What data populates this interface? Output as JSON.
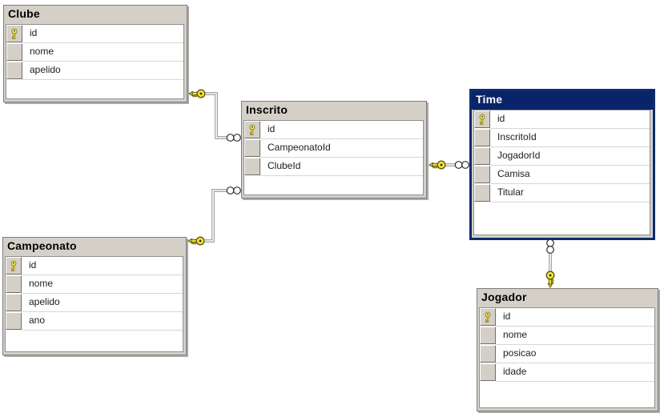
{
  "diagram": {
    "tool": "database-diagram",
    "tables": [
      {
        "name": "Clube",
        "selected": false,
        "columns": [
          {
            "name": "id",
            "pk": true
          },
          {
            "name": "nome",
            "pk": false
          },
          {
            "name": "apelido",
            "pk": false
          }
        ]
      },
      {
        "name": "Inscrito",
        "selected": false,
        "columns": [
          {
            "name": "id",
            "pk": true
          },
          {
            "name": "CampeonatoId",
            "pk": false
          },
          {
            "name": "ClubeId",
            "pk": false
          }
        ]
      },
      {
        "name": "Time",
        "selected": true,
        "columns": [
          {
            "name": "id",
            "pk": true
          },
          {
            "name": "InscritoId",
            "pk": false
          },
          {
            "name": "JogadorId",
            "pk": false
          },
          {
            "name": "Camisa",
            "pk": false
          },
          {
            "name": "Titular",
            "pk": false
          }
        ]
      },
      {
        "name": "Campeonato",
        "selected": false,
        "columns": [
          {
            "name": "id",
            "pk": true
          },
          {
            "name": "nome",
            "pk": false
          },
          {
            "name": "apelido",
            "pk": false
          },
          {
            "name": "ano",
            "pk": false
          }
        ]
      },
      {
        "name": "Jogador",
        "selected": false,
        "columns": [
          {
            "name": "id",
            "pk": true
          },
          {
            "name": "nome",
            "pk": false
          },
          {
            "name": "posicao",
            "pk": false
          },
          {
            "name": "idade",
            "pk": false
          }
        ]
      }
    ],
    "relationships": [
      {
        "one_side": "Clube",
        "many_side": "Inscrito",
        "one_symbol": "key",
        "many_symbol": "infinity"
      },
      {
        "one_side": "Campeonato",
        "many_side": "Inscrito",
        "one_symbol": "key",
        "many_symbol": "infinity"
      },
      {
        "one_side": "Inscrito",
        "many_side": "Time",
        "one_symbol": "key",
        "many_symbol": "infinity"
      },
      {
        "one_side": "Jogador",
        "many_side": "Time",
        "one_symbol": "key",
        "many_symbol": "infinity"
      }
    ],
    "colors": {
      "canvas_bg": "#ffffff",
      "table_header_bg": "#d4d0c8",
      "selected_header_bg": "#0a246a",
      "selected_header_text": "#ffffff",
      "selected_border": "#0e2c6d",
      "grid_bg": "#ffffff",
      "key_icon_fill": "#f2e935",
      "key_icon_outline": "#5c5410",
      "relationship_line": "#8a8a8a"
    }
  }
}
